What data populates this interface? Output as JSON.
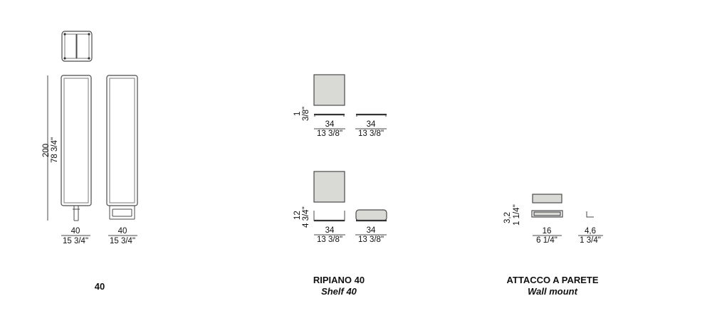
{
  "colors": {
    "line": "#4a4a4a",
    "panel": "#d9d9d6",
    "text": "#111111"
  },
  "bookcase": {
    "caption": "40",
    "height_cm": "200",
    "height_in": "78 3/4\"",
    "front_width_cm": "40",
    "front_width_in": "15 3/4\"",
    "side_width_cm": "40",
    "side_width_in": "15 3/4\""
  },
  "shelf": {
    "title": "RIPIANO 40",
    "subtitle": "Shelf 40",
    "top_thickness_cm": "1",
    "top_thickness_in": "3/8\"",
    "top_a_width_cm": "34",
    "top_a_width_in": "13 3/8\"",
    "top_b_width_cm": "34",
    "top_b_width_in": "13 3/8\"",
    "bottom_height_cm": "12",
    "bottom_height_in": "4 3/4\"",
    "bottom_a_width_cm": "34",
    "bottom_a_width_in": "13 3/8\"",
    "bottom_b_width_cm": "34",
    "bottom_b_width_in": "13 3/8\""
  },
  "wall_mount": {
    "title": "ATTACCO A PARETE",
    "subtitle": "Wall mount",
    "height_cm": "3,2",
    "height_in": "1 1/4\"",
    "width_cm": "16",
    "width_in": "6 1/4\"",
    "depth_cm": "4,6",
    "depth_in": "1 3/4\""
  }
}
